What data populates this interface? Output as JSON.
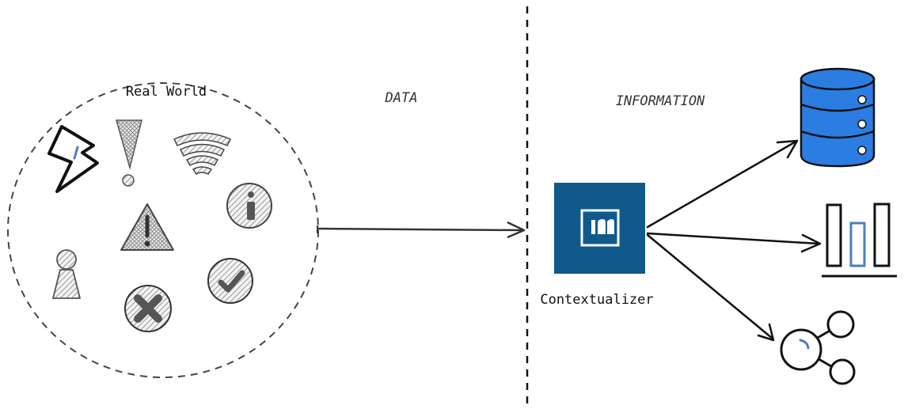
{
  "labels": {
    "real_world": "Real World",
    "data": "DATA",
    "information": "INFORMATION",
    "contextualizer": "Contextualizer"
  },
  "icons": {
    "real_world_items": [
      "lightning-bolt-icon",
      "exclamation-icon",
      "signal-strength-icon",
      "info-icon",
      "warning-triangle-icon",
      "person-icon",
      "error-x-icon",
      "check-icon"
    ],
    "contextualizer": "contextualizer-logo-icon",
    "outputs": [
      "database-icon",
      "bar-chart-icon",
      "graph-network-icon"
    ]
  },
  "colors": {
    "contextualizer_box": "#0f5a8a",
    "database_fill": "#2b7de2",
    "chart_accent": "#4a7fc1",
    "sketch_fill": "#a8a8a8",
    "line": "#222222"
  }
}
